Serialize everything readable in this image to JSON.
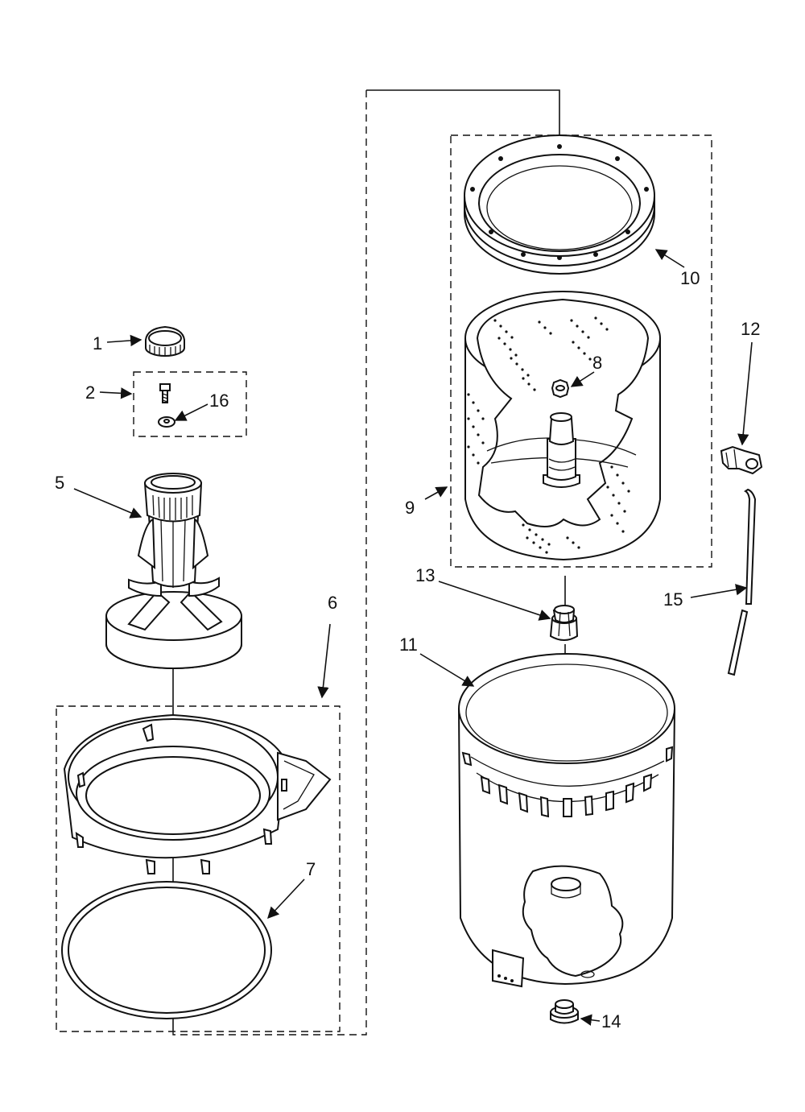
{
  "callouts": {
    "c1": "1",
    "c2": "2",
    "c5": "5",
    "c6": "6",
    "c7": "7",
    "c8": "8",
    "c9": "9",
    "c10": "10",
    "c11": "11",
    "c12": "12",
    "c13": "13",
    "c14": "14",
    "c15": "15",
    "c16": "16"
  }
}
